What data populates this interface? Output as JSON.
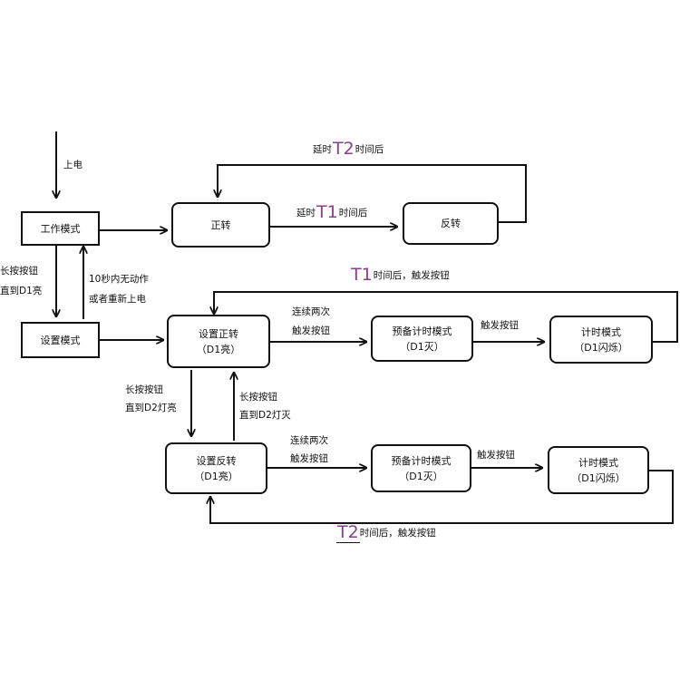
{
  "colors": {
    "line": "#111111",
    "accent": "#8a3f8a",
    "background": "#ffffff"
  },
  "nodes": {
    "work_mode": {
      "line1": "工作模式"
    },
    "setup_mode": {
      "line1": "设置模式"
    },
    "forward": {
      "line1": "正转"
    },
    "reverse": {
      "line1": "反转"
    },
    "set_forward": {
      "line1": "设置正转",
      "line2": "（D1亮）"
    },
    "pre_timer_1": {
      "line1": "预备计时模式",
      "line2": "（D1灭）"
    },
    "timer_1": {
      "line1": "计时模式",
      "line2": "（D1闪烁）"
    },
    "set_reverse": {
      "line1": "设置反转",
      "line2": "（D1亮）"
    },
    "pre_timer_2": {
      "line1": "预备计时模式",
      "line2": "（D1灭）"
    },
    "timer_2": {
      "line1": "计时模式",
      "line2": "（D1闪烁）"
    }
  },
  "labels": {
    "power_on": "上电",
    "long_press_d1": {
      "line1": "长按按钮",
      "line2": "直到D1亮"
    },
    "timeout_return": {
      "line1": "10秒内无动作",
      "line2": "或者重新上电"
    },
    "delay_t1": {
      "prefix": "延时",
      "big": "T1",
      "suffix": "时间后"
    },
    "delay_t2": {
      "prefix": "延时",
      "big": "T2",
      "suffix": "时间后"
    },
    "t1_trigger": {
      "big": "T1",
      "suffix": "时间后，触发按钮"
    },
    "t2_trigger": {
      "big": "T2",
      "suffix": "时间后，触发按钮"
    },
    "double_trigger_1": {
      "line1": "连续两次",
      "line2": "触发按钮"
    },
    "double_trigger_2": {
      "line1": "连续两次",
      "line2": "触发按钮"
    },
    "trigger_1": "触发按钮",
    "trigger_2": "触发按钮",
    "long_press_d2_on": {
      "line1": "长按按钮",
      "line2": "直到D2灯亮"
    },
    "long_press_d2_off": {
      "line1": "长按按钮",
      "line2": "直到D2灯灭"
    }
  }
}
